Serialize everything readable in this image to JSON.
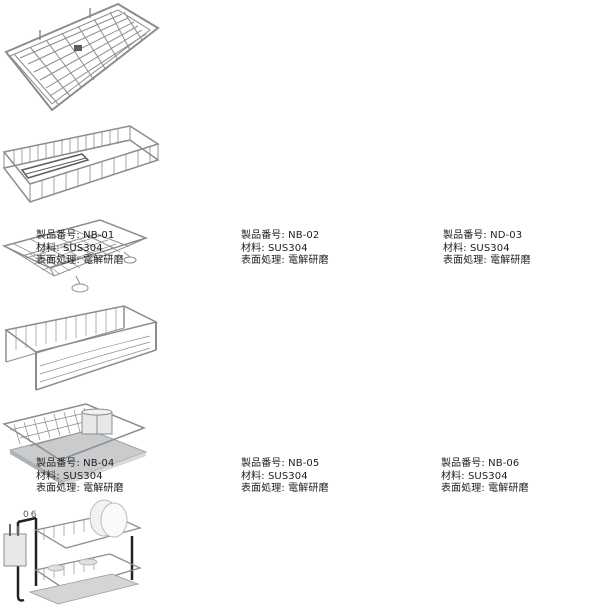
{
  "products": [
    {
      "code_label": "製品番号:",
      "code": "NB-01",
      "material_label": "材料:",
      "material": "SUS304",
      "finish_label": "表面処理:",
      "finish": "電解研磨"
    },
    {
      "code_label": "製品番号:",
      "code": "NB-02",
      "material_label": "材料:",
      "material": "SUS304",
      "finish_label": "表面処理:",
      "finish": "電解研磨"
    },
    {
      "code_label": "製品番号:",
      "code": "ND-03",
      "material_label": "材料:",
      "material": "SUS304",
      "finish_label": "表面処理:",
      "finish": "電解研磨"
    },
    {
      "code_label": "製品番号:",
      "code": "NB-04",
      "material_label": "材料:",
      "material": "SUS304",
      "finish_label": "表面処理:",
      "finish": "電解研磨"
    },
    {
      "code_label": "製品番号:",
      "code": "NB-05",
      "material_label": "材料:",
      "material": "SUS304",
      "finish_label": "表面処理:",
      "finish": "電解研磨"
    },
    {
      "code_label": "製品番号:",
      "code": "NB-06",
      "material_label": "材料:",
      "material": "SUS304",
      "finish_label": "表面処理:",
      "finish": "電解研磨"
    }
  ],
  "page_number": "06",
  "colors": {
    "wire": "#8a8d90",
    "wire_dark": "#5a5d60",
    "tray": "#c9cbcd",
    "frame_black": "#222222"
  }
}
